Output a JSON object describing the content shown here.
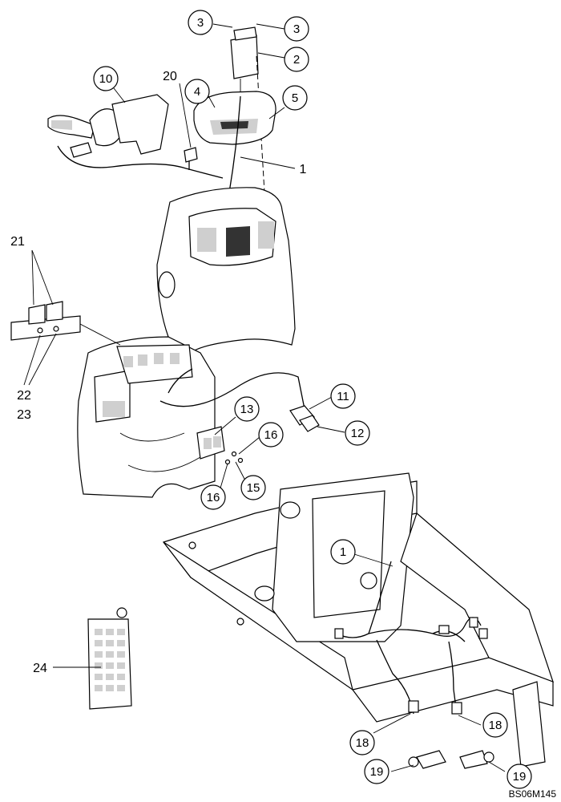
{
  "figure_reference": "BS06M145",
  "callouts": [
    {
      "id": "c3a",
      "label": "3"
    },
    {
      "id": "c3b",
      "label": "3"
    },
    {
      "id": "c2",
      "label": "2"
    },
    {
      "id": "c4",
      "label": "4"
    },
    {
      "id": "c5",
      "label": "5"
    },
    {
      "id": "c10",
      "label": "10"
    },
    {
      "id": "c11",
      "label": "11"
    },
    {
      "id": "c12",
      "label": "12"
    },
    {
      "id": "c13",
      "label": "13"
    },
    {
      "id": "c16a",
      "label": "16"
    },
    {
      "id": "c16b",
      "label": "16"
    },
    {
      "id": "c15",
      "label": "15"
    },
    {
      "id": "c1b",
      "label": "1"
    },
    {
      "id": "c18a",
      "label": "18"
    },
    {
      "id": "c18b",
      "label": "18"
    },
    {
      "id": "c19a",
      "label": "19"
    },
    {
      "id": "c19b",
      "label": "19"
    }
  ],
  "plain_labels": [
    {
      "id": "l20",
      "label": "20"
    },
    {
      "id": "l1",
      "label": "1"
    },
    {
      "id": "l21",
      "label": "21"
    },
    {
      "id": "l22",
      "label": "22"
    },
    {
      "id": "l23",
      "label": "23"
    },
    {
      "id": "l24",
      "label": "24"
    }
  ]
}
